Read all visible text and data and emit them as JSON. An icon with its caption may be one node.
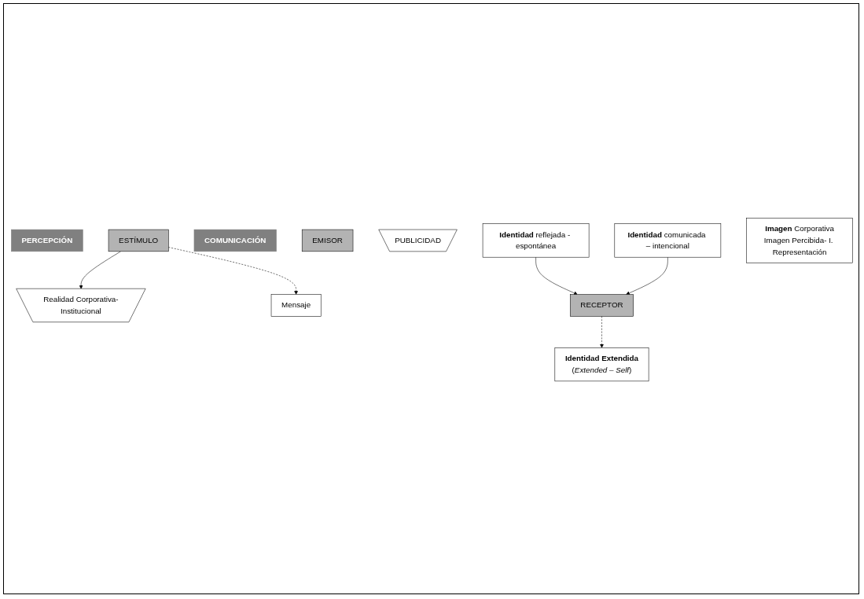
{
  "diagram": {
    "nodes": [
      {
        "text": [
          "PERCEPCIÓN"
        ]
      },
      {
        "text": [
          "ESTÍMULO"
        ]
      },
      {
        "text": [
          "COMUNICACIÓN"
        ]
      },
      {
        "text": [
          "EMISOR"
        ]
      },
      {
        "text": [
          "Realidad Corporativa-Institucional"
        ]
      },
      {
        "text": [
          "Mensaje"
        ]
      },
      {
        "text": [
          "PUBLICIDAD"
        ]
      },
      {
        "text": [
          "**Identidad** reflejada - espontánea"
        ]
      },
      {
        "text": [
          "**Identidad** comunicada – intencional"
        ]
      },
      {
        "text": [
          "RECEPTOR"
        ]
      },
      {
        "text": [
          "**Imagen** Corporativa",
          "Imagen Percibida- I. Representación"
        ]
      },
      {
        "text": [
          "Identidad Extendida",
          "(*Extended – Self*)"
        ]
      }
    ],
    "edges": [
      {
        "from": 1,
        "to": 4,
        "arrow": "to"
      },
      {
        "from": 1,
        "to": 5,
        "arrow": "to",
        "style": "dashed"
      },
      {
        "from": 7,
        "to": 9,
        "arrow": "to"
      },
      {
        "from": 8,
        "to": 9,
        "arrow": "to"
      },
      {
        "from": 9,
        "to": 11,
        "arrow": "to",
        "style": "dashed"
      }
    ]
  }
}
